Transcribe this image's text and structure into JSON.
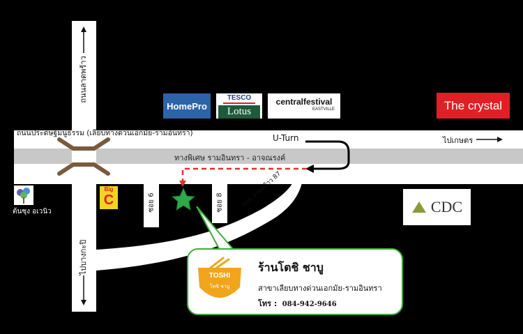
{
  "roads": {
    "main_road": "ถนนประดิษฐ์มนูธรรม (เลียบทางด่วนเอกมัย-รามอินทรา)",
    "express_lane": "ทางพิเศษ รามอินทรา - อาจณรงค์",
    "u_turn": "U-Turn",
    "to_kaset": "ไปเกษตร",
    "lat_phrao": "ถนนลาดพร้าว",
    "to_bangkapi": "ไปบางกะปิ",
    "soi_6": "ซอย 6",
    "soi_8": "ซอย 8",
    "soi_lat_phrao_87": "ซอย ลาดพร้าว 87"
  },
  "landmarks": {
    "homepro": "HomePro",
    "tesco_top": "TESCO",
    "tesco_bottom": "Lotus",
    "central_main": "centralfestival",
    "central_sub": "EASTVILLE",
    "crystal": "The crystal",
    "cdc": "CDC",
    "bigc_big": "Big",
    "bigc_c": "C",
    "tree": "ต้นซุง อเวนิว"
  },
  "callout": {
    "brand": "TOSHI",
    "brand_sub": "โทชิ ชาบู",
    "title": "ร้านโตชิ ชาบู",
    "branch": "สาขาเลียบทางด่วนเอกมัย-รามอินทรา",
    "phone_label": "โทร :",
    "phone": "084-942-9646"
  },
  "colors": {
    "background": "#000000",
    "road": "#ffffff",
    "express_lane": "#c8c8c8",
    "route": "#e0302a",
    "marker": "#2fa84a",
    "callout_border": "#3cae3c",
    "homepro": "#2d63a7",
    "crystal": "#e11f26",
    "bigc": "#f2d51c"
  },
  "icons": {
    "marker": "star-icon",
    "arrows": "arrow-icon",
    "toshi": "shabu-bowl-icon"
  }
}
